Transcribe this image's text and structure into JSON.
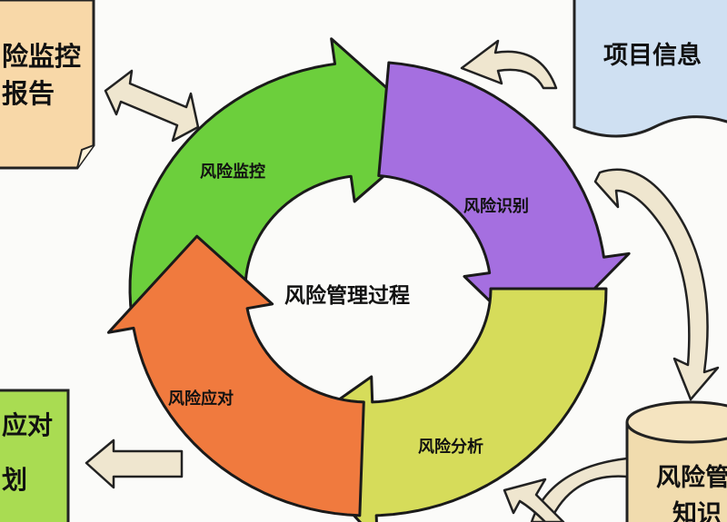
{
  "cycle": {
    "center_label": "风险管理过程",
    "segments": [
      {
        "label": "风险监控",
        "color": "#6ccf3c"
      },
      {
        "label": "风险识别",
        "color": "#a56fe0"
      },
      {
        "label": "风险分析",
        "color": "#d6dc5a"
      },
      {
        "label": "风险应对",
        "color": "#f07a3e"
      }
    ]
  },
  "boxes": {
    "monitor_report": {
      "line1": "险监控",
      "line2": "报告",
      "color": "#f8d8a8"
    },
    "project_info": {
      "line1": "项目信息",
      "color": "#cfe0f2"
    },
    "response_plan": {
      "line1": "应对",
      "line2": "划",
      "color": "#a9dc52"
    },
    "knowledge_base": {
      "line1": "风险管",
      "line2": "知识",
      "color": "#f1dcae"
    }
  },
  "arrow_color": "#efe6cf"
}
